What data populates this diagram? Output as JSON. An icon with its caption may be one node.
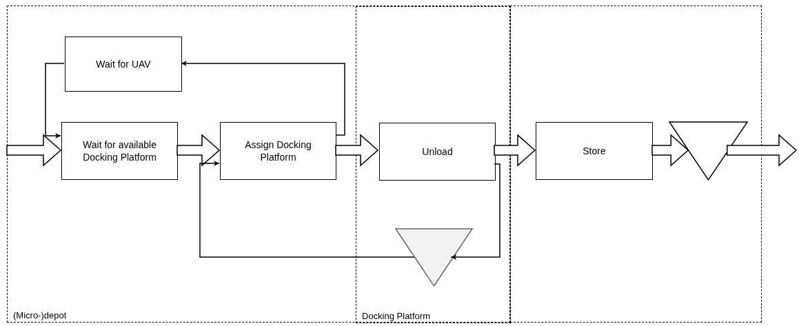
{
  "diagram": {
    "nodes": [
      {
        "text": [
          "(Micro-)depot"
        ]
      },
      {
        "text": [
          "Docking Platform"
        ],
        "in": 0
      },
      {
        "text": [],
        "shape": "box"
      },
      {
        "text": [
          "Wait for UAV"
        ],
        "in": 0
      },
      {
        "text": [
          "Wait for available Docking Platform"
        ],
        "in": 0
      },
      {
        "text": [
          "Assign Docking Platform"
        ],
        "in": 0
      },
      {
        "text": [
          "Unload"
        ],
        "in": 1
      },
      {
        "text": [
          "Store"
        ],
        "in": 2
      },
      {
        "text": [],
        "shape": "triangle",
        "in": 2
      },
      {
        "text": [],
        "shape": "triangle",
        "in": 1
      }
    ],
    "edges": [
      {
        "from": null,
        "to": 4,
        "arrow": "to",
        "style": "thick"
      },
      {
        "from": 4,
        "to": 5,
        "arrow": "to",
        "style": "thick"
      },
      {
        "from": 5,
        "to": 6,
        "arrow": "to",
        "style": "thick"
      },
      {
        "from": 6,
        "to": 7,
        "arrow": "to",
        "style": "thick"
      },
      {
        "from": 7,
        "to": 8,
        "arrow": "to",
        "style": "thick"
      },
      {
        "from": 8,
        "to": null,
        "arrow": "to",
        "style": "thick"
      },
      {
        "from": 3,
        "to": 4,
        "arrow": "to"
      },
      {
        "from": 5,
        "to": 3,
        "arrow": "to"
      },
      {
        "from": 6,
        "to": 9,
        "arrow": "to"
      },
      {
        "from": 9,
        "to": 5,
        "arrow": "to"
      }
    ]
  }
}
